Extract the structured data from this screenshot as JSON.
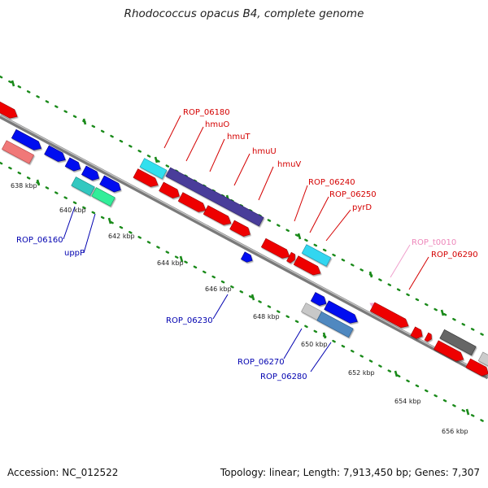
{
  "title": "Rhodococcus opacus B4, complete genome",
  "footer": {
    "accession": "Accession: NC_012522",
    "summary": "Topology: linear; Length: 7,913,450 bp; Genes: 7,307"
  },
  "colors": {
    "dots": "#1a8a1a",
    "backbone": "#8c8c8c",
    "label_red": "#d40000",
    "label_blue": "#0000b0",
    "label_pink": "#ee88bb"
  },
  "tick_labels": [
    "638 kbp",
    "640 kbp",
    "642 kbp",
    "644 kbp",
    "646 kbp",
    "648 kbp",
    "650 kbp",
    "652 kbp",
    "654 kbp",
    "656 kbp"
  ],
  "labels_top": [
    "ROP_06180",
    "hmuO",
    "hmuT",
    "hmuU",
    "hmuV",
    "ROP_06240",
    "ROP_06250",
    "pyrD",
    "ROP_t0010",
    "ROP_06290"
  ],
  "labels_bottom": [
    "ROP_06160",
    "uppP",
    "ROP_06230",
    "ROP_06270",
    "ROP_06280"
  ]
}
